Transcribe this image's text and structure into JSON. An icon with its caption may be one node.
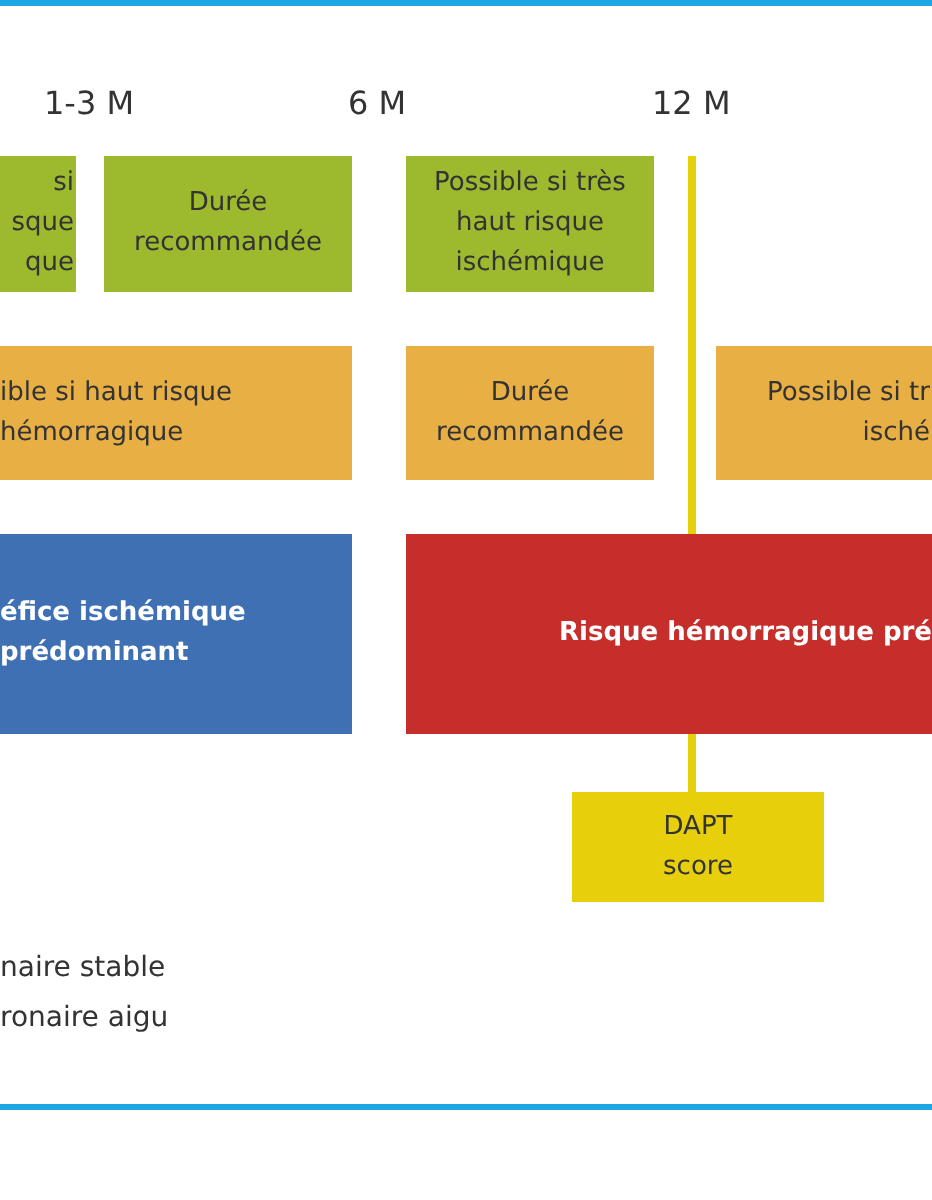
{
  "diagram": {
    "nodes": [
      {
        "text": [
          "si sque que"
        ]
      },
      {
        "text": [
          "Durée recommandée"
        ]
      },
      {
        "text": [
          "Possible si très haut risque ischémique"
        ]
      },
      {
        "text": [
          "ible si haut risque hémorragique"
        ]
      },
      {
        "text": [
          "Durée recommandée"
        ]
      },
      {
        "text": [
          "Possible si tr isché"
        ]
      },
      {
        "text": [
          "éfice ischémique prédominant"
        ]
      },
      {
        "text": [
          "Risque hémorragique pré"
        ]
      },
      {
        "text": [
          "DAPT score"
        ]
      }
    ],
    "edges": [
      {
        "from": null,
        "to": 8,
        "arrow": "none"
      }
    ],
    "labels": [
      "1-3 M",
      "6 M",
      "12 M",
      "naire stable",
      "ronaire aigu"
    ]
  }
}
